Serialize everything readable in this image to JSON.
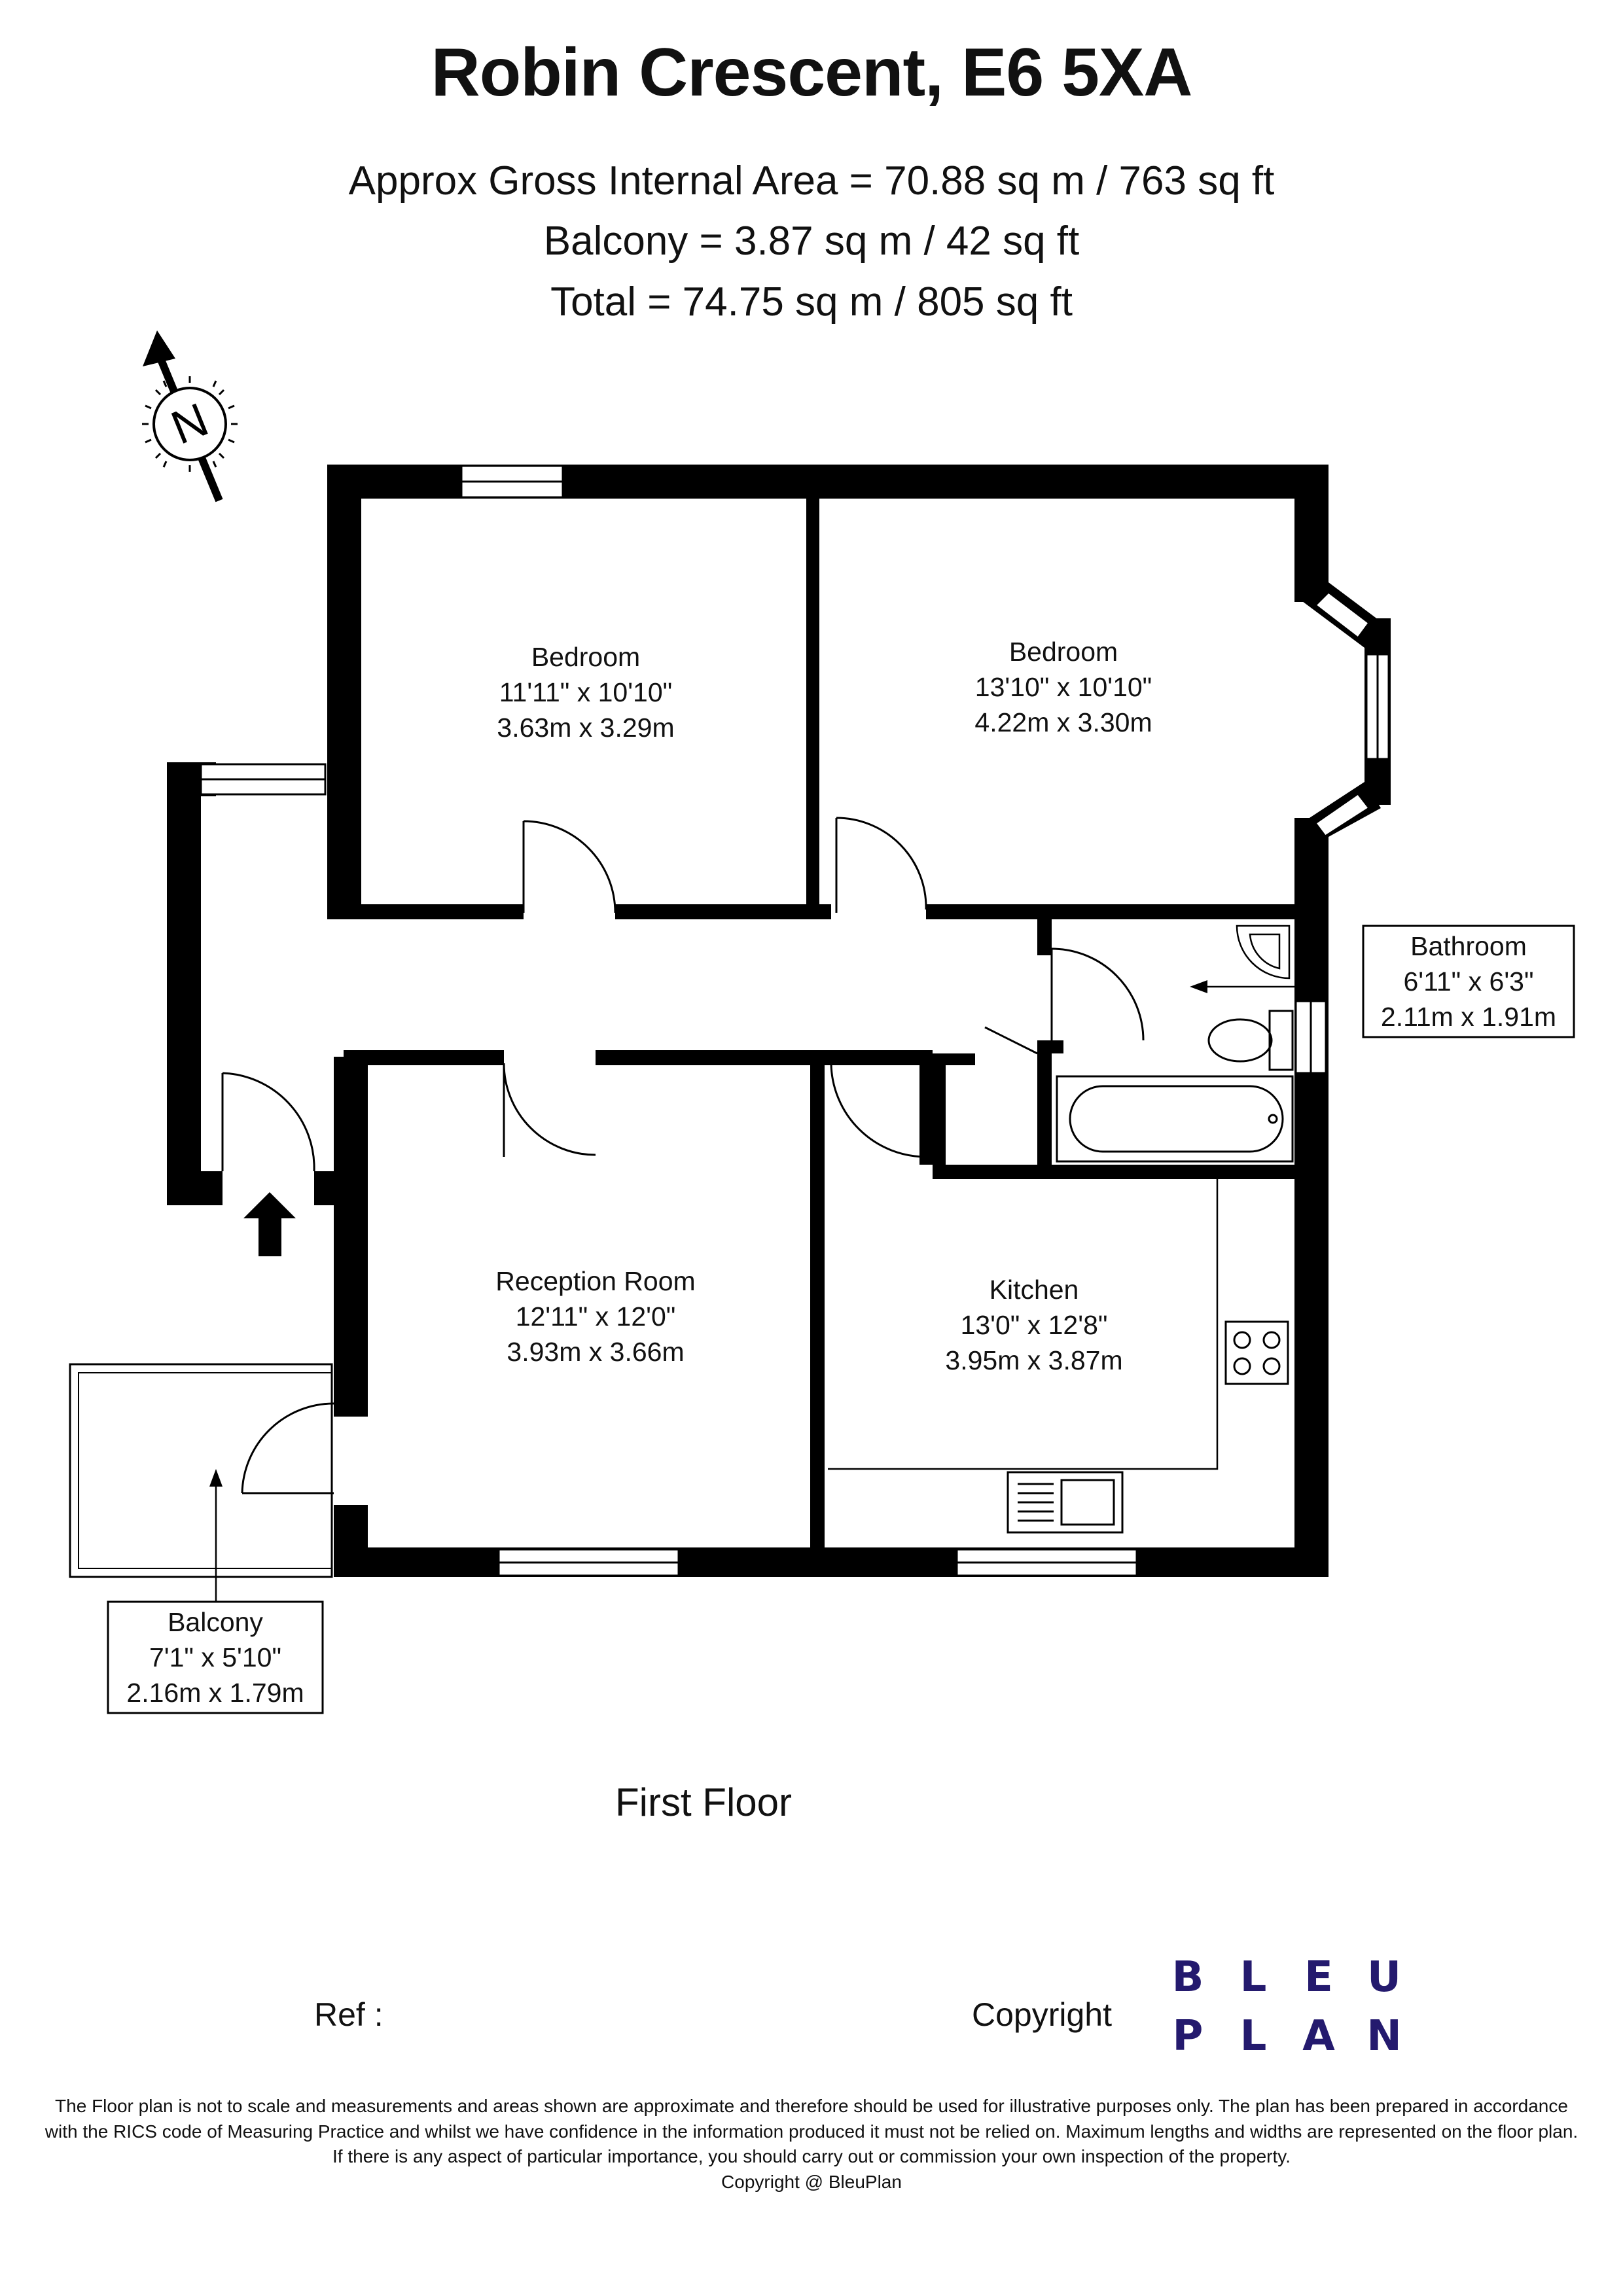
{
  "header": {
    "title": "Robin Crescent, E6 5XA",
    "area_lines": [
      "Approx Gross Internal Area = 70.88 sq m / 763 sq ft",
      "Balcony = 3.87 sq m / 42 sq ft",
      "Total = 74.75 sq m / 805 sq ft"
    ]
  },
  "compass": {
    "letter": "N",
    "icon": "north-arrow-icon"
  },
  "rooms": [
    {
      "name": "Bedroom",
      "imperial": "11'11\" x 10'10\"",
      "metric": "3.63m x 3.29m"
    },
    {
      "name": "Bedroom",
      "imperial": "13'10\" x 10'10\"",
      "metric": "4.22m x 3.30m"
    },
    {
      "name": "Bathroom",
      "imperial": "6'11\" x 6'3\"",
      "metric": "2.11m x 1.91m"
    },
    {
      "name": "Reception Room",
      "imperial": "12'11\" x 12'0\"",
      "metric": "3.93m x 3.66m"
    },
    {
      "name": "Kitchen",
      "imperial": "13'0\" x 12'8\"",
      "metric": "3.95m x 3.87m"
    },
    {
      "name": "Balcony",
      "imperial": "7'1\" x 5'10\"",
      "metric": "2.16m x 1.79m"
    }
  ],
  "floor_label": "First Floor",
  "footer": {
    "ref": "Ref  :",
    "copyright_label": "Copyright",
    "logo_top": [
      "B",
      "L",
      "E",
      "U"
    ],
    "logo_bottom": [
      "P",
      "L",
      "A",
      "N"
    ],
    "disclaimer": [
      "The Floor plan is not to scale and measurements and areas shown are approximate and therefore should be used for illustrative purposes only. The plan has been prepared in accordance",
      "with the RICS code of Measuring Practice and whilst we have confidence in the information produced it must not be relied on. Maximum lengths and widths are represented on the floor plan.",
      "If there is any aspect of particular importance, you should carry out or commission your own inspection of the property.",
      "Copyright @ BleuPlan"
    ]
  },
  "colors": {
    "wall": "#000000",
    "logo": "#241a6e"
  }
}
